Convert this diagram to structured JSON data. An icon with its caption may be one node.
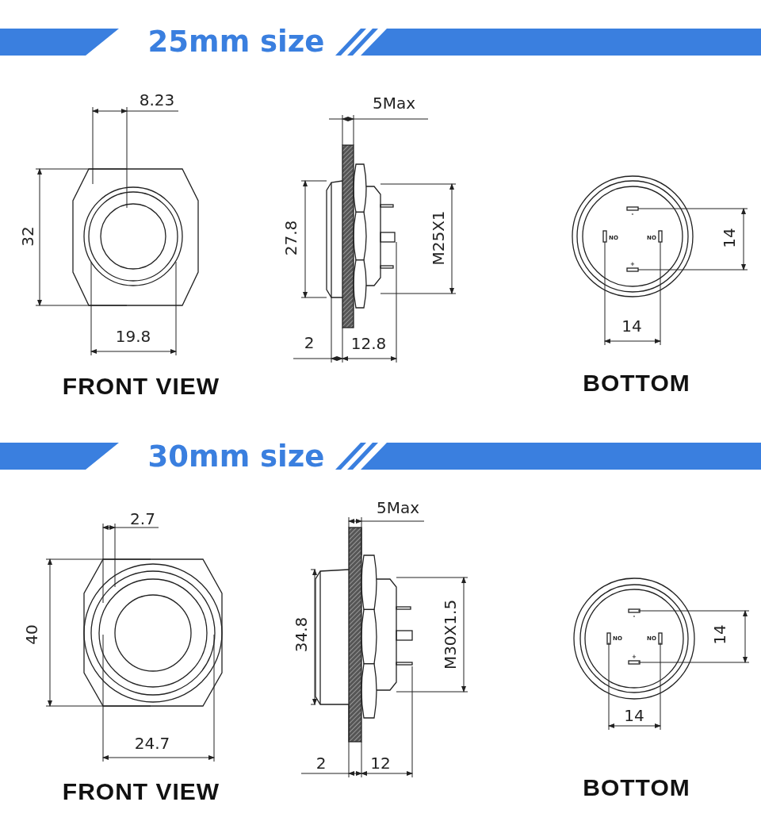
{
  "diagram": {
    "labels": [
      "25mm size",
      "8.23",
      "5Max",
      "32",
      "27.8",
      "M25X1",
      "-",
      "NO",
      "NO",
      "14",
      "+",
      "19.8",
      "2",
      "12.8",
      "14",
      "FRONT VIEW",
      "BOTTOM",
      "30mm size",
      "5Max",
      "2.7",
      "40",
      "34.8",
      "M30X1.5",
      "-",
      "NO",
      "NO",
      "14",
      "+",
      "24.7",
      "2",
      "12",
      "14",
      "FRONT VIEW",
      "BOTTOM"
    ]
  }
}
